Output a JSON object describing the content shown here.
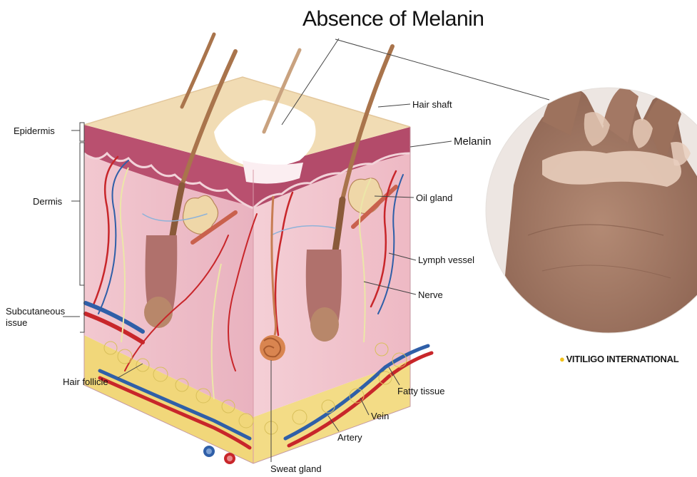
{
  "title": "Absence of Melanin",
  "brand": {
    "mark": "●",
    "name": "VITILIGO INTERNATIONAL"
  },
  "labels": {
    "hair_shaft": "Hair shaft",
    "melanin": "Melanin",
    "epidermis": "Epidermis",
    "dermis": "Dermis",
    "oil_gland": "Oil gland",
    "lymph_vessel": "Lymph vessel",
    "nerve": "Nerve",
    "subcutaneous_1": "Subcutaneous",
    "subcutaneous_2": "issue",
    "hair_follicle": "Hair follicle",
    "fatty_tissue": "Fatty tissue",
    "vein": "Vein",
    "artery": "Artery",
    "sweat_gland": "Sweat gland"
  },
  "colors": {
    "skin_surface": "#f1dcb4",
    "epidermis_red": "#b8506e",
    "dermis_pink": "#efc4cc",
    "fat_yellow": "#f4e27a",
    "hair_brown": "#a9744c",
    "artery_red": "#c8262a",
    "vein_blue": "#2f5fa8",
    "hand_skin": "#a57b66",
    "vitiligo_patch": "#e6cbb8"
  }
}
